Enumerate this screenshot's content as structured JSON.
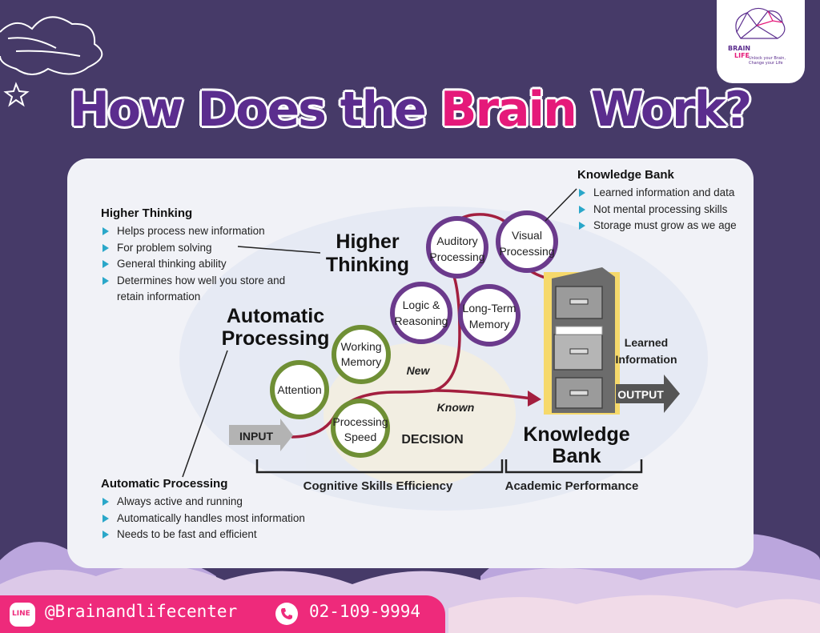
{
  "title": {
    "part1": "How Does the ",
    "accent": "Brain",
    "part2": " Work?"
  },
  "logo": {
    "line1": "BRAIN",
    "line2": "LIFE",
    "tagline": "Unlock your Brain, Change your Life"
  },
  "colors": {
    "purple": "#5b2d8e",
    "pink": "#e5197a",
    "green": "#6f8f35",
    "violet": "#6b3a8c",
    "red": "#a31f3f",
    "bullet": "#2aa7c9"
  },
  "notes": {
    "higher_thinking": {
      "heading": "Higher Thinking",
      "items": [
        "Helps process new information",
        "For problem solving",
        "General thinking ability",
        "Determines how well you store and retain information"
      ]
    },
    "knowledge_bank": {
      "heading": "Knowledge Bank",
      "items": [
        "Learned information and data",
        "Not mental processing skills",
        "Storage must grow as we age"
      ]
    },
    "automatic_processing": {
      "heading": "Automatic Processing",
      "items": [
        "Always active and running",
        "Automatically handles most information",
        "Needs to be fast and efficient"
      ]
    }
  },
  "diagram": {
    "higher_thinking_label": [
      "Higher",
      "Thinking"
    ],
    "automatic_processing_label": [
      "Automatic",
      "Processing"
    ],
    "green_circles": [
      [
        "Attention"
      ],
      [
        "Working",
        "Memory"
      ],
      [
        "Processing",
        "Speed"
      ]
    ],
    "purple_circles": [
      [
        "Auditory",
        "Processing"
      ],
      [
        "Visual",
        "Processing"
      ],
      [
        "Logic &",
        "Reasoning"
      ],
      [
        "Long-Term",
        "Memory"
      ]
    ],
    "input": "INPUT",
    "output": "OUTPUT",
    "decision": "DECISION",
    "new": "New",
    "known": "Known",
    "learned_information": [
      "Learned",
      "Information"
    ],
    "knowledge_bank_label": [
      "Knowledge",
      "Bank"
    ],
    "cognitive_skills": "Cognitive Skills Efficiency",
    "academic_performance": "Academic Performance"
  },
  "footer": {
    "line_badge": "LINE",
    "handle": "@Brainandlifecenter",
    "phone": "02-109-9994"
  }
}
